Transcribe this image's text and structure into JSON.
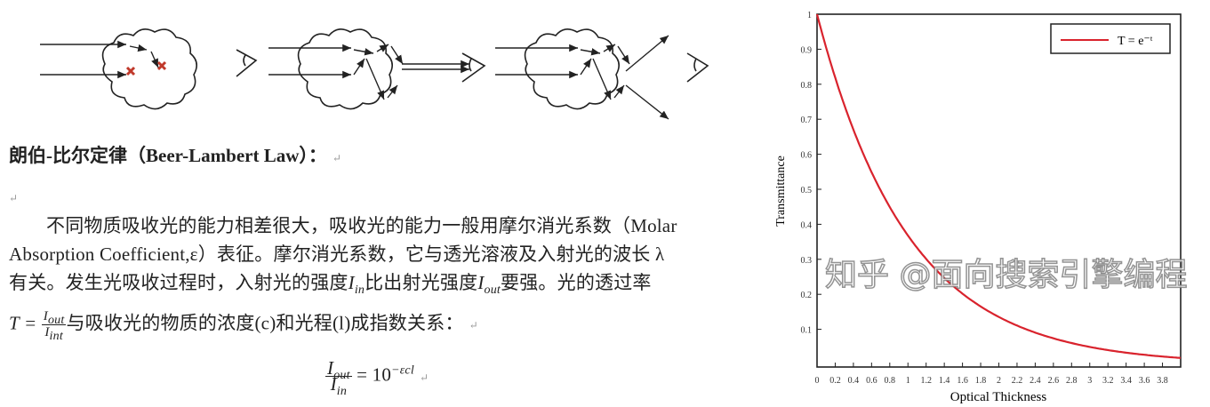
{
  "document": {
    "heading": "朗伯-比尔定律（Beer-Lambert Law）：",
    "return_mark": "↵",
    "paragraph_lines": [
      "不同物质吸收光的能力相差很大，吸收光的能力一般用摩尔消光系数（Molar",
      "Absorption Coefficient,ε）表征。摩尔消光系数，它与透光溶液及入射光的波长 λ"
    ],
    "line3": {
      "a": "有关。发生光吸收过程时，入射光的强度",
      "i_in": "I",
      "sub_in": "in",
      "b": "比出射光强度",
      "i_out": "I",
      "sub_out": "out",
      "c": "要强。光的透过率"
    },
    "line4": {
      "t": "T =",
      "num": "I",
      "num_sub": "out",
      "den": "I",
      "den_sub": "int",
      "rest": "与吸收光的物质的浓度(c)和光程(l)成指数关系："
    },
    "formula": {
      "num": "I",
      "num_sub": "out",
      "den": "I",
      "den_sub": "in",
      "rhs": "= 10",
      "exp": "−εcl"
    }
  },
  "diagram": {
    "panels": [
      "absorption",
      "transmission-scattering",
      "scattering-out"
    ],
    "absorption_mark_color": "#c0392b",
    "icons": [
      "cloud-icon",
      "eye-icon",
      "arrow-icon",
      "x-mark-icon"
    ]
  },
  "chart_data": {
    "type": "line",
    "xlabel": "Optical Thickness",
    "ylabel": "Transmittance",
    "xlim": [
      0,
      4
    ],
    "ylim": [
      0,
      1
    ],
    "x_ticks": [
      "0",
      "0.2",
      "0.4",
      "0.6",
      "0.8",
      "1",
      "1.2",
      "1.4",
      "1.6",
      "1.8",
      "2",
      "2.2",
      "2.4",
      "2.6",
      "2.8",
      "3",
      "3.2",
      "3.4",
      "3.6",
      "3.8"
    ],
    "y_ticks": [
      "0.1",
      "0.2",
      "0.3",
      "0.4",
      "0.5",
      "0.6",
      "0.7",
      "0.8",
      "0.9",
      "1"
    ],
    "grid": false,
    "legend_position": "top-right",
    "series": [
      {
        "name": "T = e⁻ᵗ",
        "color": "#d9232d",
        "x": [
          0,
          0.2,
          0.4,
          0.6,
          0.8,
          1,
          1.2,
          1.4,
          1.6,
          1.8,
          2,
          2.2,
          2.4,
          2.6,
          2.8,
          3,
          3.2,
          3.4,
          3.6,
          3.8,
          4
        ],
        "y": [
          1,
          0.819,
          0.67,
          0.549,
          0.449,
          0.368,
          0.301,
          0.247,
          0.202,
          0.165,
          0.135,
          0.111,
          0.091,
          0.074,
          0.061,
          0.05,
          0.041,
          0.033,
          0.027,
          0.022,
          0.018
        ]
      }
    ]
  },
  "watermark": "知乎 @面向搜索引擎编程"
}
